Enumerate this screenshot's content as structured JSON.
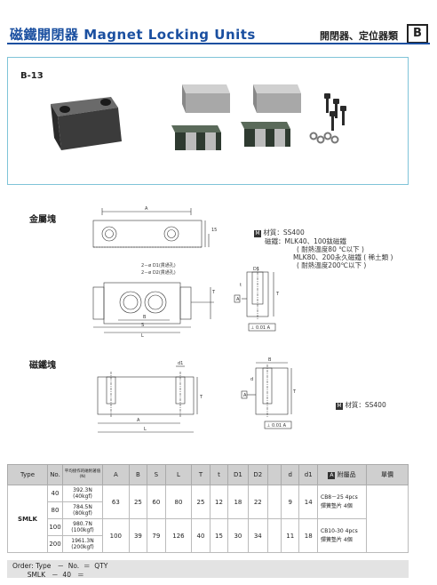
{
  "header": {
    "title": "磁鐵開閉器 Magnet Locking Units",
    "category": "開閉器、定位器類",
    "section_badge": "B"
  },
  "product": {
    "model_code": "B-13"
  },
  "diagrams": {
    "metal_block_label": "金屬塊",
    "magnet_block_label": "磁鐵塊",
    "metal_notes": [
      "材質：SS400",
      "磁鐵：MLK40、100鈦磁鐵",
      "( 耐熱溫度80 ℃以下 )",
      "MLK80、200永久磁鐵 ( 稀土類 )",
      "( 耐熱溫度200℃以下 )"
    ],
    "magnet_notes": [
      "材質：SS400"
    ],
    "material_icon": "M",
    "labels": {
      "A": "A",
      "B": "B",
      "S": "S",
      "L": "L",
      "T": "T",
      "t": "t",
      "d": "d",
      "d1": "d1",
      "D1": "D1",
      "D2": "D2",
      "ref_A": "A",
      "gdt": "⊥ 0.01 A",
      "h15": "15",
      "hole1": "2－ø D1(貫通孔)",
      "hole2": "2－ø D2(貫通孔)"
    }
  },
  "table": {
    "headers": [
      "Type",
      "No.",
      "平均接作的磁附著值(N)",
      "A",
      "B",
      "S",
      "L",
      "T",
      "t",
      "D1",
      "D2",
      "",
      "d",
      "d1",
      "附屬品",
      "單價"
    ],
    "type": "SMLK",
    "rows": [
      {
        "no": "40",
        "force": "392.3N",
        "force_kgf": "(40kgf)"
      },
      {
        "no": "80",
        "force": "784.5N",
        "force_kgf": "(80kgf)"
      },
      {
        "no": "100",
        "force": "980.7N",
        "force_kgf": "(100kgf)"
      },
      {
        "no": "200",
        "force": "1961.3N",
        "force_kgf": "(200kgf)"
      }
    ],
    "groups": [
      {
        "A": "63",
        "B": "25",
        "S": "60",
        "L": "80",
        "T": "25",
        "t": "12",
        "D1": "18",
        "D2": "22",
        "d": "9",
        "d1": "14",
        "acc1": "CB8－25  4pcs",
        "acc2": "彈簧墊片    4個"
      },
      {
        "A": "100",
        "B": "39",
        "S": "79",
        "L": "126",
        "T": "40",
        "t": "15",
        "D1": "30",
        "D2": "34",
        "d": "11",
        "d1": "18",
        "acc1": "CB10-30 4pcs",
        "acc2": "彈簧墊片    4個"
      }
    ]
  },
  "order": {
    "line1": "Order: Type   －  No.  ＝  QTY",
    "line2": "       SMLK   －  40   ＝"
  }
}
